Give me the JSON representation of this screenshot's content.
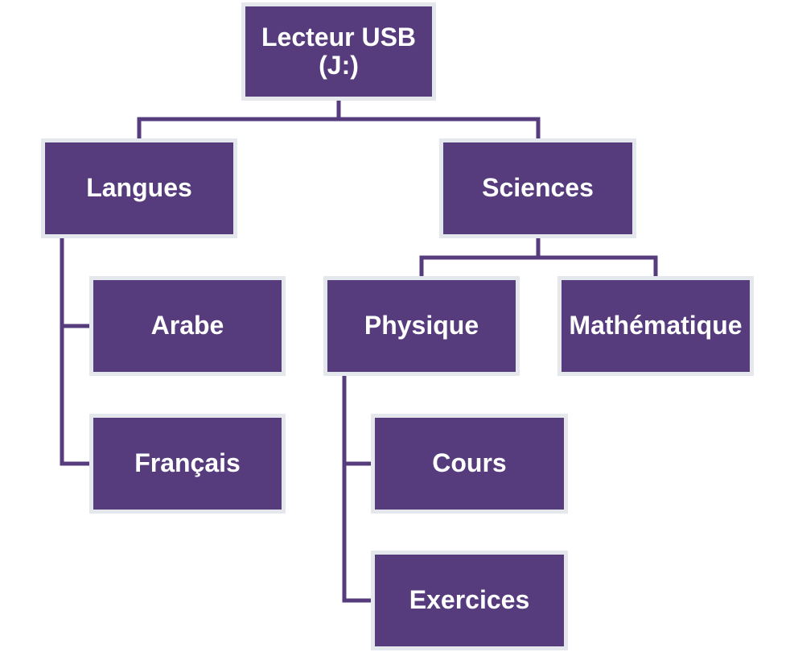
{
  "colors": {
    "node_fill": "#563c7c",
    "node_border": "#e4e7ec",
    "connector": "#563c7c",
    "text": "#ffffff"
  },
  "tree": {
    "root": "Lecteur USB\n(J:)",
    "langues": {
      "label": "Langues",
      "children": [
        "Arabe",
        "Français"
      ]
    },
    "sciences": {
      "label": "Sciences",
      "physique": {
        "label": "Physique",
        "children": [
          "Cours",
          "Exercices"
        ]
      },
      "mathematique": "Mathématique"
    }
  }
}
